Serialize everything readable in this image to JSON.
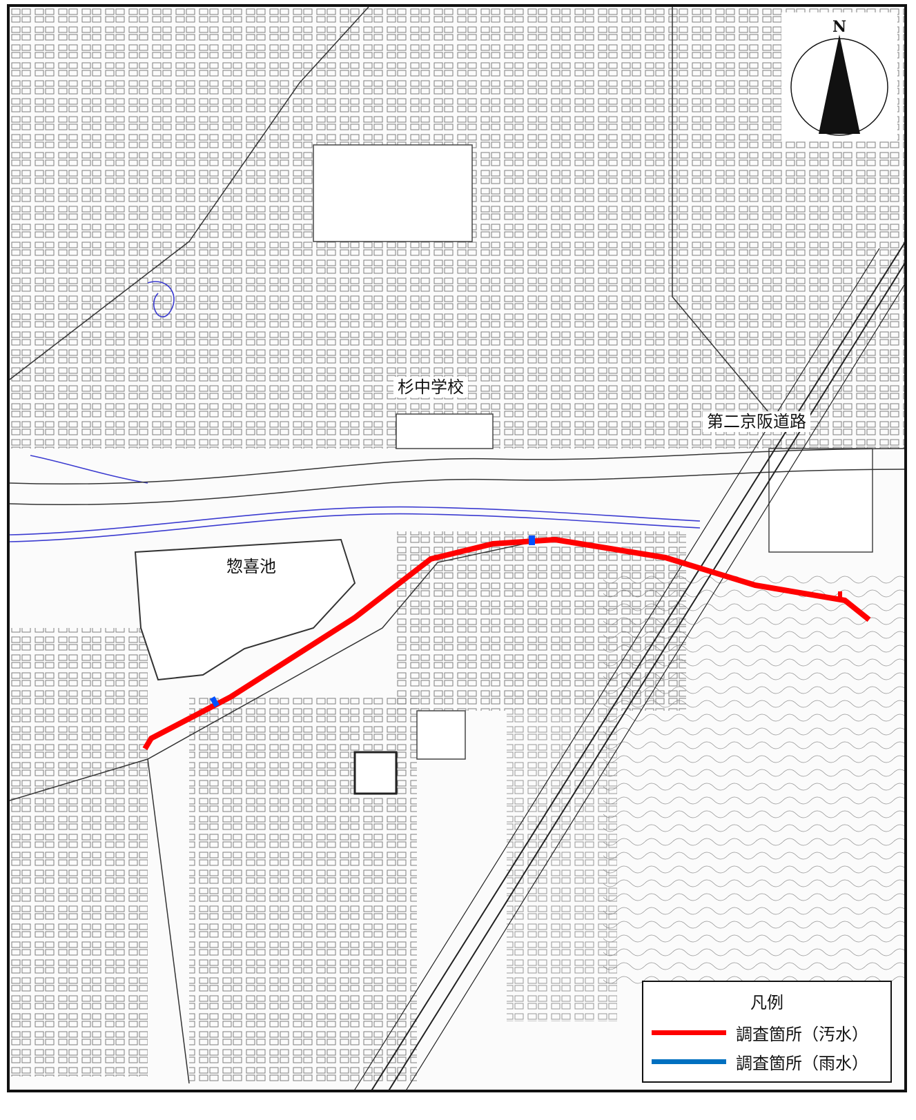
{
  "map": {
    "labels": {
      "school": "杉中学校",
      "pond": "惣喜池",
      "expressway": "第二京阪道路"
    },
    "compass": {
      "label": "N"
    },
    "legend": {
      "title": "凡例",
      "items": [
        {
          "label": "調査箇所（汚水）",
          "color": "#ff0000"
        },
        {
          "label": "調査箇所（雨水）",
          "color": "#0070c0"
        }
      ]
    },
    "colors": {
      "sewage_route": "#ff0000",
      "rainwater_point": "#0050ff",
      "waterway": "#3a3ad0",
      "road": "#333333"
    }
  }
}
